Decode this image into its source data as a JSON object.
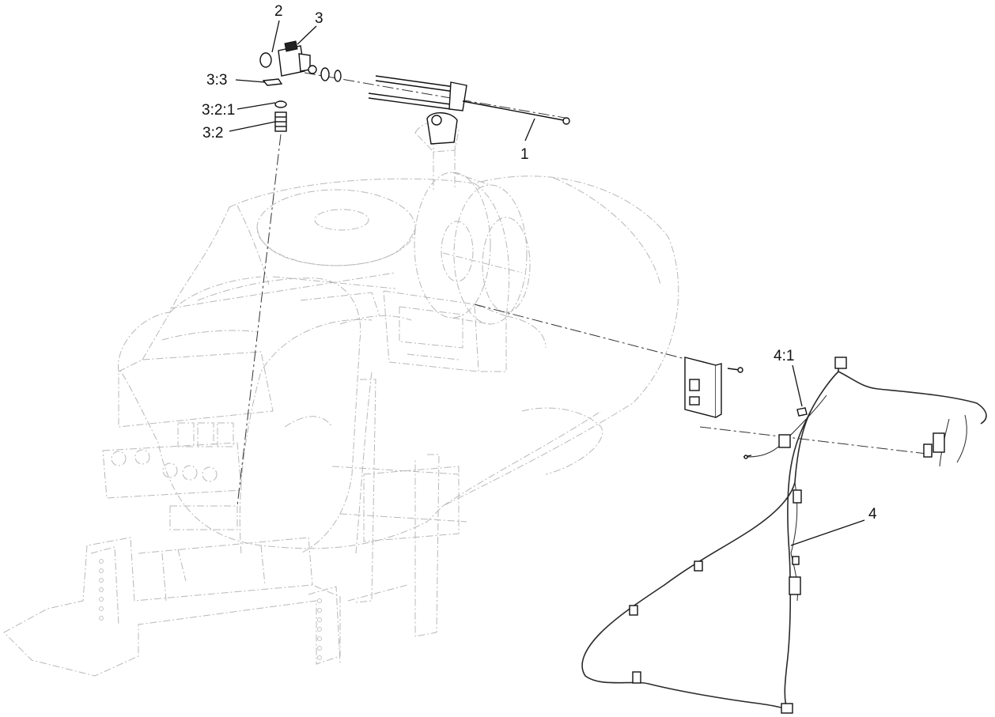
{
  "callouts": {
    "c1": "1",
    "c2": "2",
    "c3": "3",
    "c3_3": "3:3",
    "c3_2_1": "3:2:1",
    "c3_2": "3:2",
    "c4_1": "4:1",
    "c4": "4"
  }
}
